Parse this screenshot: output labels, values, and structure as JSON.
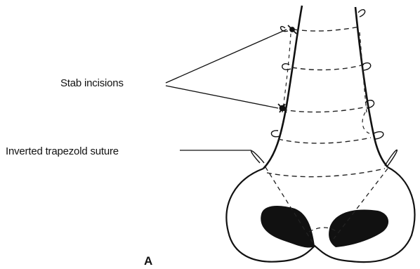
{
  "figure": {
    "labels": {
      "stab_incisions": "Stab incisions",
      "inverted_trapezoid_suture": "Inverted trapezold suture",
      "panel": "A"
    },
    "colors": {
      "ink": "#111111",
      "background": "#ffffff",
      "nostril_fill": "#111111"
    },
    "icons": [
      "nose-outline",
      "stab-incision-marks",
      "suture-loops",
      "nostrils"
    ]
  }
}
